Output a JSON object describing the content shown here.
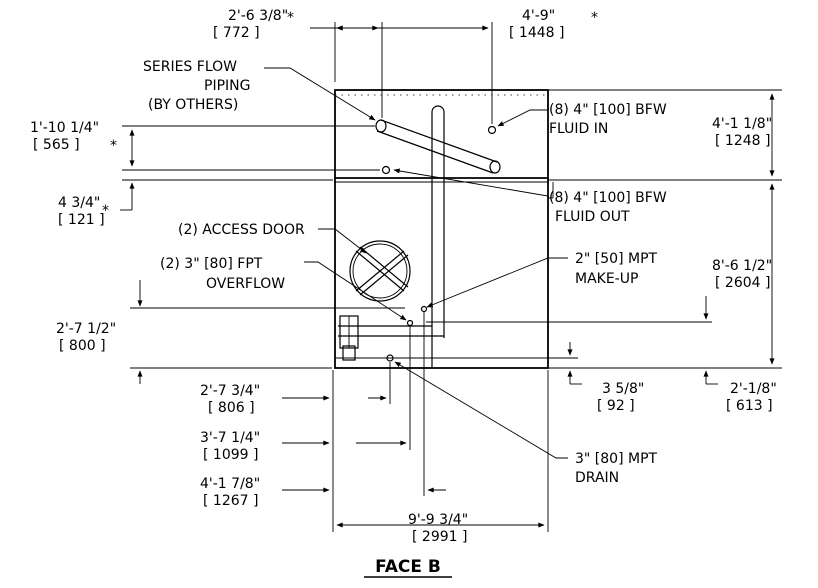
{
  "dims": {
    "top_left_ft": "2'-6 3/8\"",
    "top_left_mm": "[ 772 ]",
    "top_right_ft": "4'-9\"",
    "top_right_mm": "[ 1448 ]",
    "asterisk": "*",
    "left_a_ft": "1'-10 1/4\"",
    "left_a_mm": "[ 565 ]",
    "left_b_ft": "4 3/4\"",
    "left_b_mm": "[ 121 ]",
    "left_c_ft": "2'-7 1/2\"",
    "left_c_mm": "[ 800 ]",
    "right_a_ft": "4'-1 1/8\"",
    "right_a_mm": "[ 1248 ]",
    "right_b_ft": "8'-6 1/2\"",
    "right_b_mm": "[ 2604 ]",
    "bottom_a_ft": "2'-7 3/4\"",
    "bottom_a_mm": "[ 806 ]",
    "bottom_b_ft": "3'-7 1/4\"",
    "bottom_b_mm": "[ 1099 ]",
    "bottom_c_ft": "4'-1 7/8\"",
    "bottom_c_mm": "[ 1267 ]",
    "bottom_d_ft": "3 5/8\"",
    "bottom_d_mm": "[ 92 ]",
    "bottom_e_ft": "2'-1/8\"",
    "bottom_e_mm": "[ 613 ]",
    "width_ft": "9'-9 3/4\"",
    "width_mm": "[ 2991 ]"
  },
  "callouts": {
    "series_flow_1": "SERIES FLOW",
    "series_flow_2": "PIPING",
    "series_flow_3": "(BY OTHERS)",
    "fluid_in_1": "(8) 4\" [100] BFW",
    "fluid_in_2": "FLUID IN",
    "fluid_out_1": "(8) 4\" [100] BFW",
    "fluid_out_2": "FLUID OUT",
    "access_door": "(2) ACCESS DOOR",
    "overflow_1": "(2) 3\" [80] FPT",
    "overflow_2": "OVERFLOW",
    "makeup_1": "2\" [50] MPT",
    "makeup_2": "MAKE-UP",
    "drain_1": "3\" [80] MPT",
    "drain_2": "DRAIN"
  },
  "title": "FACE B"
}
